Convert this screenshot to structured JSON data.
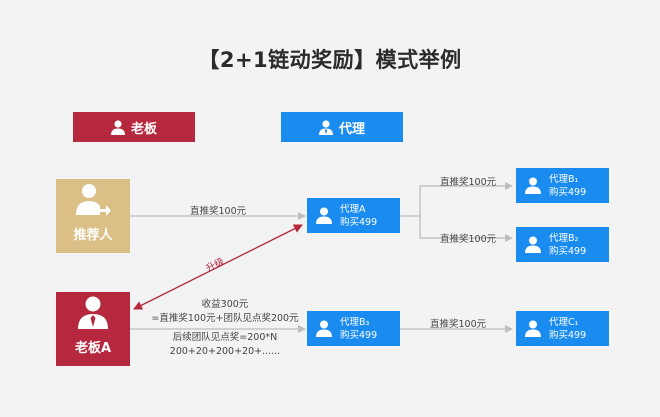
{
  "title": "【2+1链动奖励】模式举例",
  "headers": {
    "boss": "老板",
    "agent": "代理"
  },
  "referrer": {
    "label": "推荐人"
  },
  "boss_a": {
    "label": "老板A"
  },
  "agents": {
    "a": {
      "name": "代理A",
      "buy": "购买499"
    },
    "b1": {
      "name": "代理B₁",
      "buy": "购买499"
    },
    "b2": {
      "name": "代理B₂",
      "buy": "购买499"
    },
    "b3": {
      "name": "代理B₃",
      "buy": "购买499"
    },
    "c1": {
      "name": "代理C₁",
      "buy": "购买499"
    }
  },
  "edges": {
    "ref_to_a": "直推奖100元",
    "a_to_b1": "直推奖100元",
    "a_to_b2": "直推奖100元",
    "b3_to_c1": "直推奖100元",
    "upgrade": "升级"
  },
  "calc": {
    "line1": "收益300元",
    "line2": "=直推奖100元+团队见点奖200元",
    "line3": "后续团队见点奖=200*N",
    "line4": "200+20+200+20+......"
  },
  "colors": {
    "red": "#b5283d",
    "blue": "#1a8cf0",
    "gold": "#dbbf87"
  }
}
